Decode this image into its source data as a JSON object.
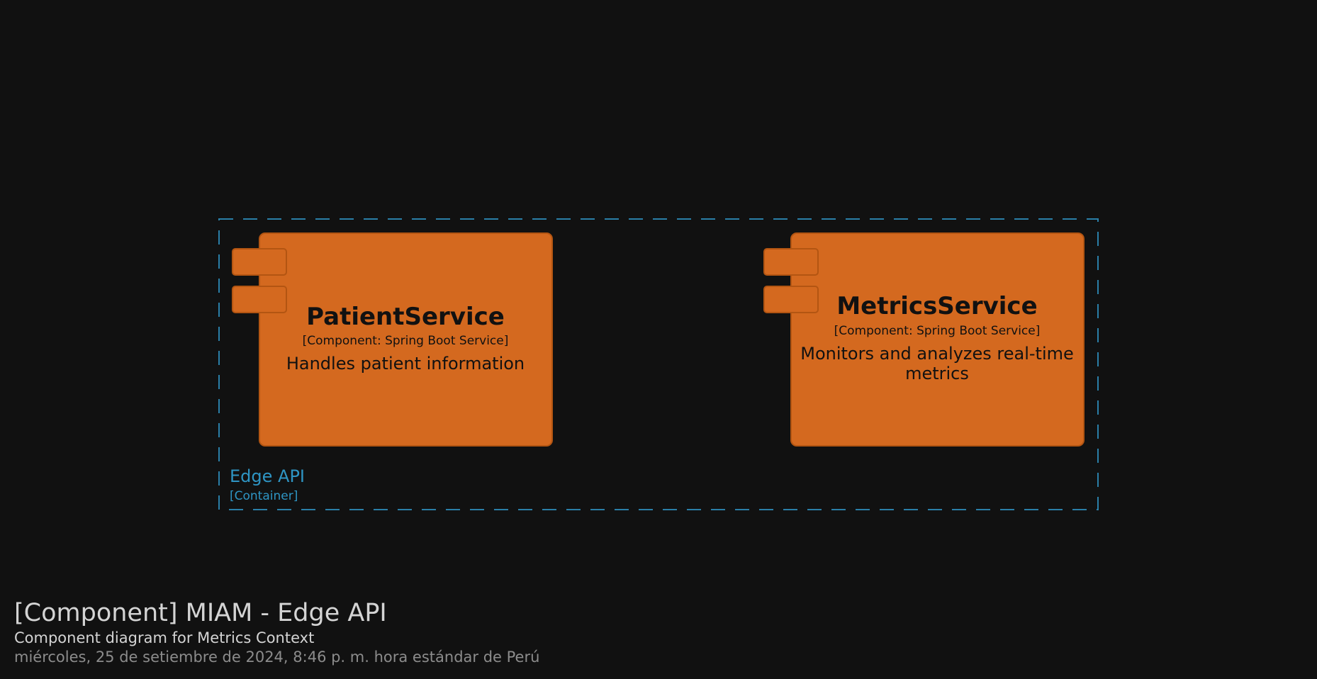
{
  "diagram": {
    "boundary": {
      "name": "Edge API",
      "type": "[Container]"
    },
    "components": [
      {
        "name": "PatientService",
        "technology": "[Component: Spring Boot Service]",
        "description": [
          "Handles patient information"
        ]
      },
      {
        "name": "MetricsService",
        "technology": "[Component: Spring Boot Service]",
        "description": [
          "Monitors and analyzes real-time",
          "metrics"
        ]
      }
    ]
  },
  "footer": {
    "title": "[Component] MIAM - Edge API",
    "subtitle": "Component diagram for Metrics Context",
    "date": "miércoles, 25 de setiembre de 2024, 8:46 p. m. hora estándar de Perú"
  },
  "colors": {
    "background": "#111111",
    "component_fill": "#d4691f",
    "component_stroke": "#b35512",
    "boundary": "#2e95c4"
  }
}
